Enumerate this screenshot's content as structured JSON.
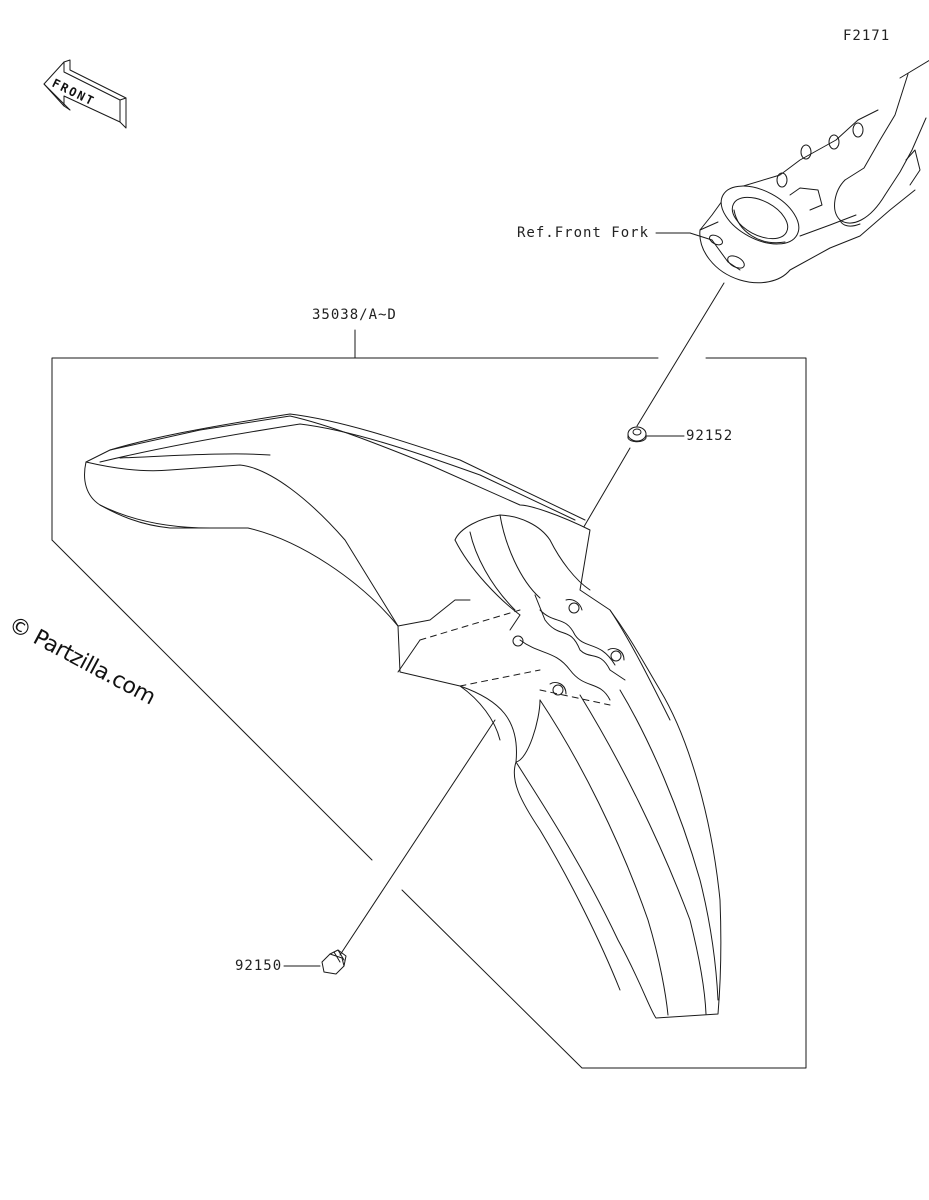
{
  "figure_code": "F2171",
  "direction_arrow": "FRONT",
  "watermark": "© Partzilla.com",
  "callouts": {
    "fork_ref": "Ref.Front Fork",
    "fender": "35038/A~D",
    "washer": "92152",
    "bolt": "92150"
  },
  "colors": {
    "line": "#1a1a1a",
    "background": "#ffffff"
  }
}
